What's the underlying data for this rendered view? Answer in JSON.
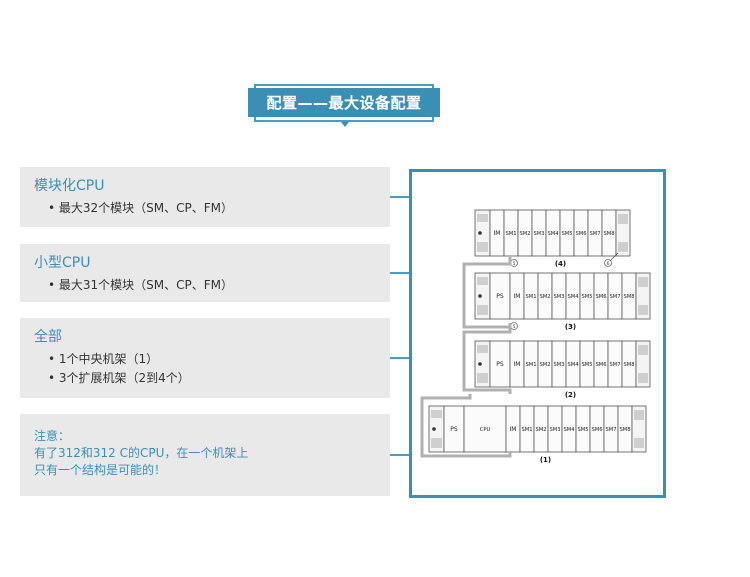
{
  "title": "配置——最大设备配置",
  "panels": [
    {
      "heading": "模块化CPU",
      "bullets": [
        "最大32个模块（SM、CP、FM）"
      ]
    },
    {
      "heading": "小型CPU",
      "bullets": [
        "最大31个模块（SM、CP、FM）"
      ]
    },
    {
      "heading": "全部",
      "bullets": [
        "1个中央机架（1）",
        "3个扩展机架（2到4个）"
      ]
    }
  ],
  "note": {
    "label": "注意：",
    "line1": "有了312和312 C的CPU，在一个机架上",
    "line2": "只有一个结构是可能的！"
  },
  "diagram": {
    "racks": [
      {
        "label": "(4)",
        "slots": [
          "IM",
          "SM1",
          "SM2",
          "SM3",
          "SM4",
          "SM5",
          "SM6",
          "SM7",
          "SM8"
        ],
        "marker": "⑤",
        "end_marker": "⑥"
      },
      {
        "label": "(3)",
        "slots": [
          "PS",
          "IM",
          "SM1",
          "SM2",
          "SM3",
          "SM4",
          "SM5",
          "SM6",
          "SM7",
          "SM8"
        ],
        "marker": "⑤"
      },
      {
        "label": "(2)",
        "slots": [
          "PS",
          "IM",
          "SM1",
          "SM2",
          "SM3",
          "SM4",
          "SM5",
          "SM6",
          "SM7",
          "SM8"
        ],
        "marker": ""
      },
      {
        "label": "(1)",
        "slots": [
          "PS",
          "CPU",
          "IM",
          "SM1",
          "SM2",
          "SM3",
          "SM4",
          "SM5",
          "SM6",
          "SM7",
          "SM8"
        ],
        "marker": ""
      }
    ]
  },
  "colors": {
    "accent": "#3b8fb5",
    "panel_bg": "#e9e9e9",
    "heading": "#3a8fb8"
  }
}
